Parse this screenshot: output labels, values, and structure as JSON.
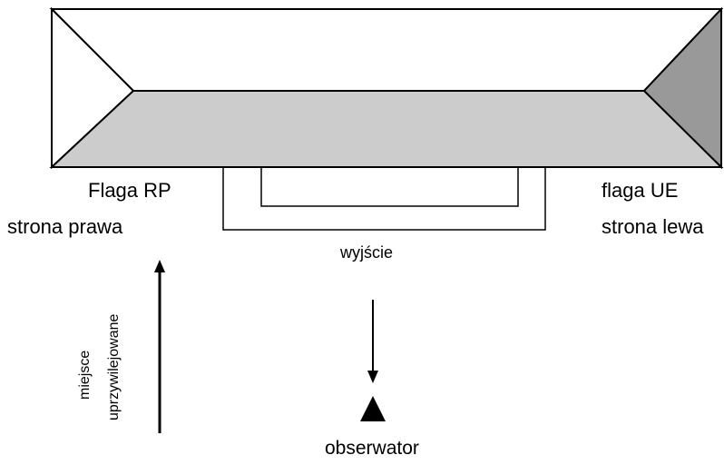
{
  "labels": {
    "flag_rp": "Flaga RP",
    "side_right": "strona prawa",
    "flag_ue": "flaga UE",
    "side_left": "strona lewa",
    "exit": "wyjście",
    "privileged_line1": "miejsce",
    "privileged_line2": "uprzywilejowane",
    "observer": "obserwator"
  },
  "colors": {
    "outline": "#000000",
    "top_face": "#ffffff",
    "left_face": "#ffffff",
    "front_face": "#cccccc",
    "right_face": "#999999",
    "background": "#ffffff"
  }
}
